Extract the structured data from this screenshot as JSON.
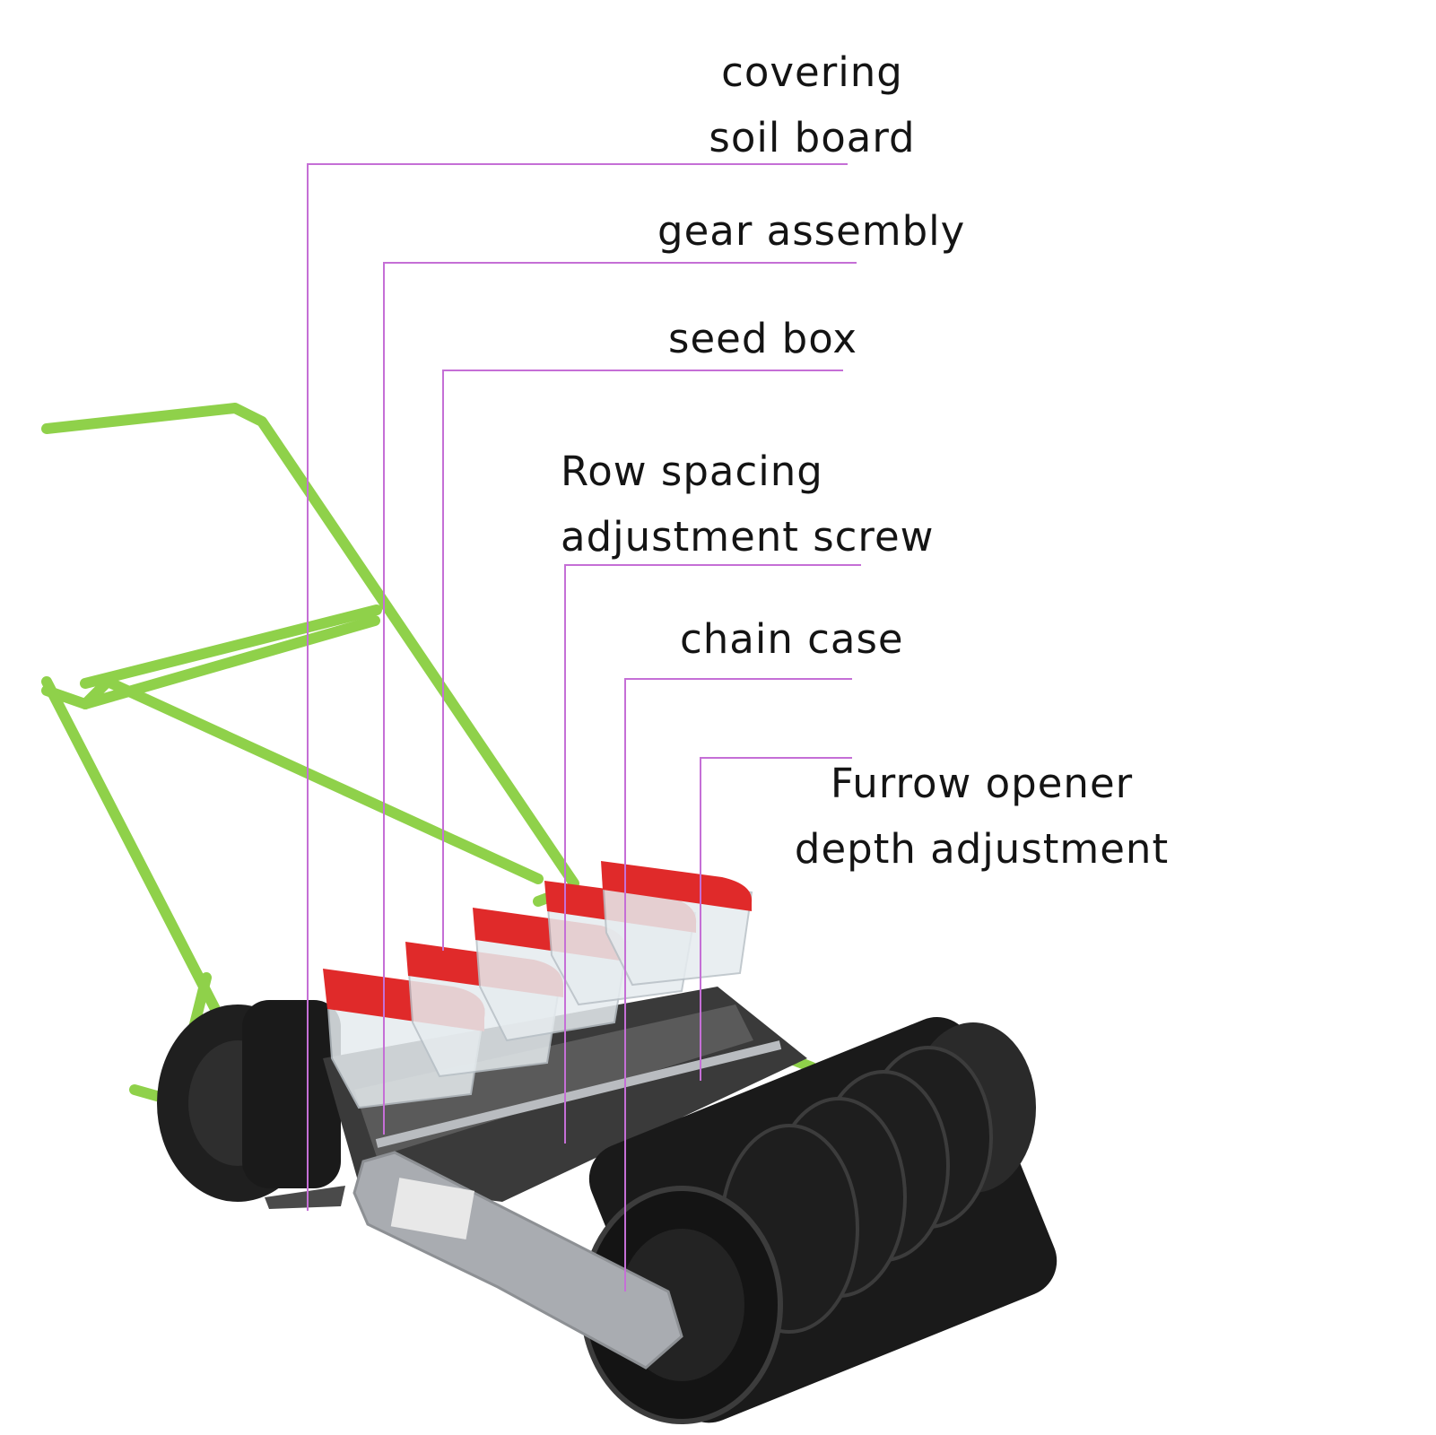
{
  "diagram": {
    "labels": {
      "covering_soil_board": [
        "covering",
        "soil board"
      ],
      "gear_assembly": [
        "gear assembly"
      ],
      "seed_box": [
        "seed box"
      ],
      "row_spacing_screw": [
        "Row spacing",
        "adjustment screw"
      ],
      "chain_case": [
        "chain case"
      ],
      "furrow_opener_depth": [
        "Furrow opener",
        "depth adjustment"
      ]
    },
    "colors": {
      "leader_line": "#c56fd6",
      "frame": "#8fd14a",
      "seed_box_lid": "#e02a2a",
      "wheel": "#1a1a1a",
      "chain_case": "#a9acb1"
    }
  }
}
